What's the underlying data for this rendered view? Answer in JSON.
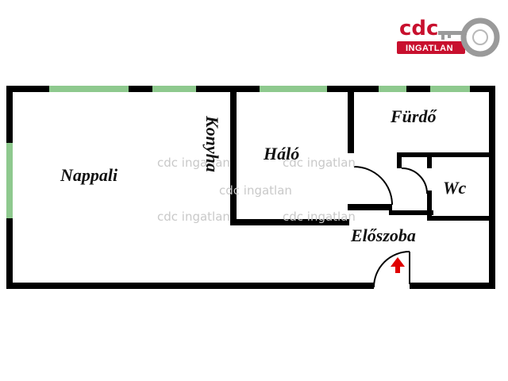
{
  "logo": {
    "brand": "cdc",
    "subtitle": "INGATLAN",
    "brand_color": "#c8102e",
    "key_color": "#9a9a9a"
  },
  "watermark": {
    "text": "cdc ingatlan"
  },
  "rooms": {
    "nappali": "Nappali",
    "konyha": "Konyha",
    "halo": "Háló",
    "furdo": "Fürdő",
    "wc": "Wc",
    "eloszoba": "Előszoba"
  },
  "colors": {
    "wall": "#000000",
    "window": "#8ec98e",
    "entrance_arrow": "#e00000"
  },
  "icons": {
    "entrance": "up-arrow-icon",
    "logo_key": "key-icon"
  }
}
